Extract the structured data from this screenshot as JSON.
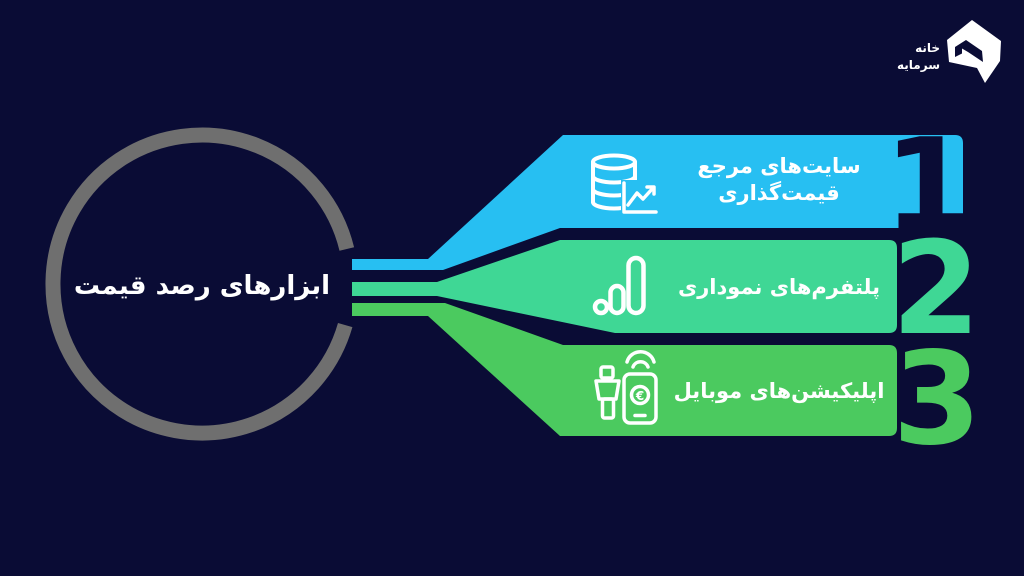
{
  "colors": {
    "background": "#0a0c35",
    "item1": "#27bff2",
    "item2": "#3fd795",
    "item3": "#4bca5f",
    "ring": "#6f6f6f",
    "text": "#ffffff"
  },
  "logo": {
    "line1": "خانه",
    "line2": "سرمایه",
    "mark": "house-logo"
  },
  "circle": {
    "title": "ابزارهای رصد قیمت"
  },
  "items": [
    {
      "number": "1",
      "lines": [
        "سایت‌های مرجع",
        "قیمت‌گذاری"
      ],
      "icon": "database-chart-icon",
      "color": "#27bff2"
    },
    {
      "number": "2",
      "lines": [
        "پلتفرم‌های نموداری"
      ],
      "icon": "bar-growth-chart-icon",
      "color": "#3fd795"
    },
    {
      "number": "3",
      "lines": [
        "اپلیکیشن‌های موبایل"
      ],
      "icon": "mobile-payment-icon",
      "color": "#4bca5f"
    }
  ]
}
